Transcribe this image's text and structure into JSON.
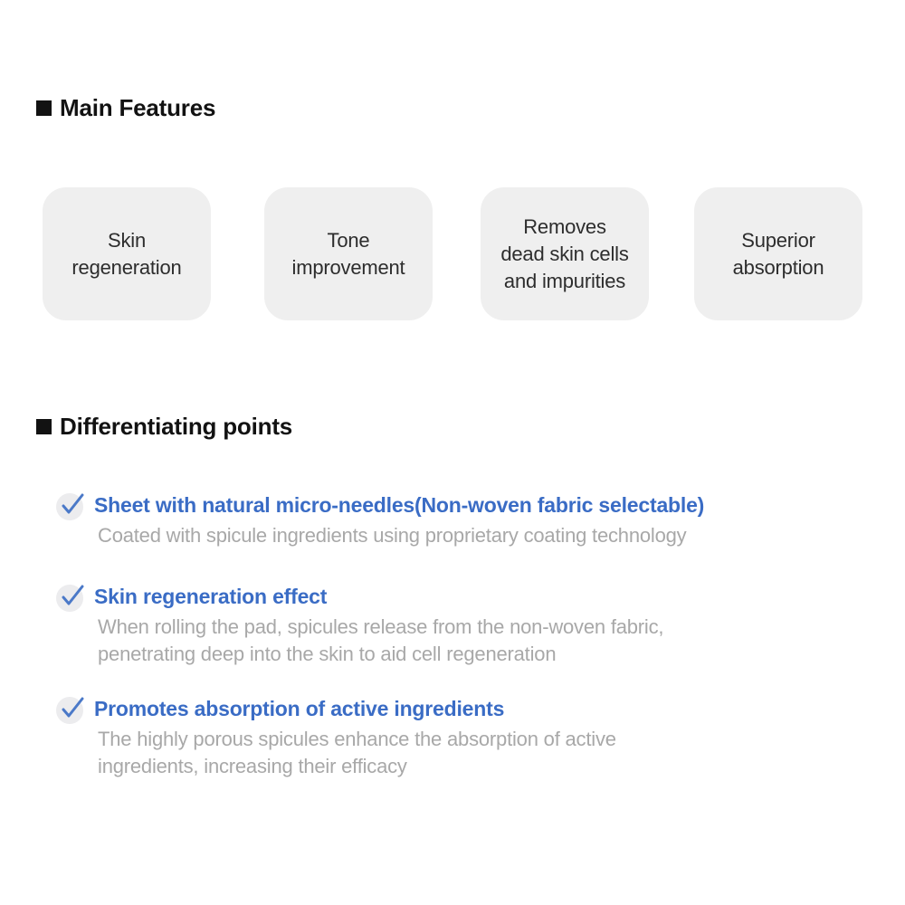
{
  "colors": {
    "background": "#ffffff",
    "header_text": "#121212",
    "bullet_square": "#121212",
    "card_background": "#efefef",
    "card_text": "#2d2d2d",
    "item_title_blue": "#3a6cc5",
    "check_blue": "#4b79c8",
    "check_circle_bg": "#ececee",
    "description_gray": "#a8a8a8"
  },
  "main_features": {
    "title": "Main Features",
    "bullet_icon": "black-square",
    "boxes": [
      {
        "label": "Skin regeneration",
        "lines": [
          "Skin",
          "regeneration"
        ]
      },
      {
        "label": "Tone improvement",
        "lines": [
          "Tone",
          "improvement"
        ]
      },
      {
        "label": "Removes dead skin cells and impurities",
        "lines": [
          "Removes",
          "dead skin cells",
          "and impurities"
        ]
      },
      {
        "label": "Superior absorption",
        "lines": [
          "Superior",
          "absorption"
        ]
      }
    ]
  },
  "differentiating": {
    "title": "Differentiating points",
    "items": [
      {
        "icon": "check-icon",
        "title": "Sheet with natural micro-needles(Non-woven fabric selectable)",
        "desc_lines": [
          "Coated with spicule ingredients using proprietary coating technology"
        ]
      },
      {
        "icon": "check-icon",
        "title": "Skin regeneration effect",
        "desc_lines": [
          "When rolling the pad, spicules release from the non-woven fabric,",
          "penetrating deep into the skin to aid cell regeneration"
        ]
      },
      {
        "icon": "check-icon",
        "title": "Promotes absorption of active ingredients",
        "desc_lines": [
          "The highly porous spicules enhance the absorption of active",
          "ingredients, increasing their efficacy"
        ]
      }
    ]
  }
}
